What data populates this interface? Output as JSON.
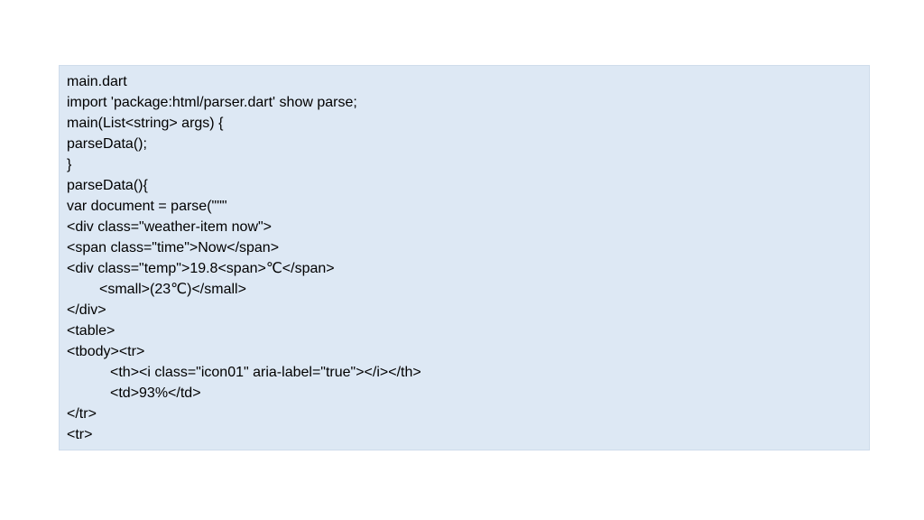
{
  "code": {
    "lines": [
      {
        "text": "main.dart",
        "indent": 0
      },
      {
        "text": "import 'package:html/parser.dart' show parse;",
        "indent": 0
      },
      {
        "text": "main(List<string> args) {",
        "indent": 0
      },
      {
        "text": "parseData();",
        "indent": 0
      },
      {
        "text": "}",
        "indent": 0
      },
      {
        "text": "parseData(){",
        "indent": 0
      },
      {
        "text": "var document = parse(\"\"\"",
        "indent": 0
      },
      {
        "text": "<div class=\"weather-item now\">",
        "indent": 0
      },
      {
        "text": "<span class=\"time\">Now</span>",
        "indent": 0
      },
      {
        "text": "<div class=\"temp\">19.8<span>℃</span>",
        "indent": 0
      },
      {
        "text": "<small>(23℃)</small>",
        "indent": 1
      },
      {
        "text": "</div>",
        "indent": 0
      },
      {
        "text": "<table>",
        "indent": 0
      },
      {
        "text": "<tbody><tr>",
        "indent": 0
      },
      {
        "text": "<th><i class=\"icon01\" aria-label=\"true\"></i></th>",
        "indent": 2
      },
      {
        "text": "<td>93%</td>",
        "indent": 2
      },
      {
        "text": "</tr>",
        "indent": 0
      },
      {
        "text": "<tr>",
        "indent": 0
      }
    ]
  },
  "colors": {
    "box_background": "#dde8f4",
    "text": "#000000"
  }
}
